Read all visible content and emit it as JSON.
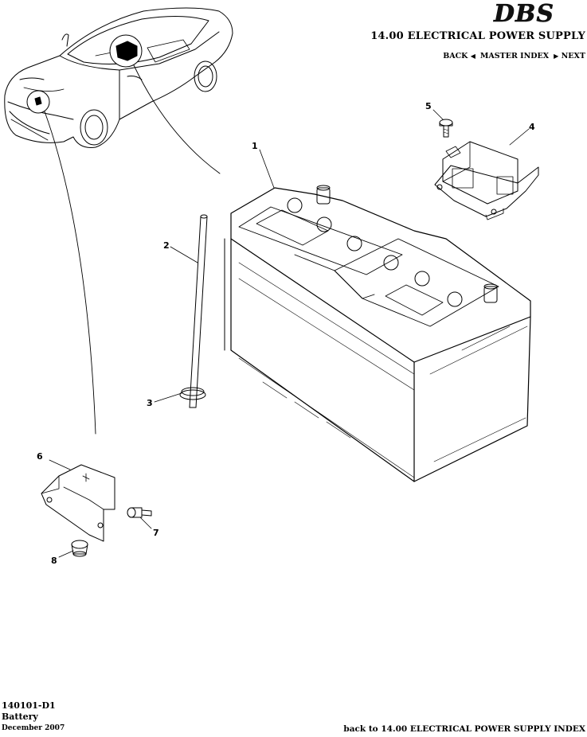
{
  "brand": {
    "logo_text": "DBS"
  },
  "header": {
    "section_title": "14.00 ELECTRICAL POWER SUPPLY",
    "nav": {
      "back": "BACK",
      "master_index": "MASTER INDEX",
      "next": "NEXT"
    }
  },
  "callouts": [
    "1",
    "2",
    "3",
    "4",
    "5",
    "6",
    "7",
    "8"
  ],
  "footer": {
    "code": "140101-D1",
    "name": "Battery",
    "date": "December 2007",
    "back_link": "back to 14.00 ELECTRICAL POWER SUPPLY INDEX"
  }
}
